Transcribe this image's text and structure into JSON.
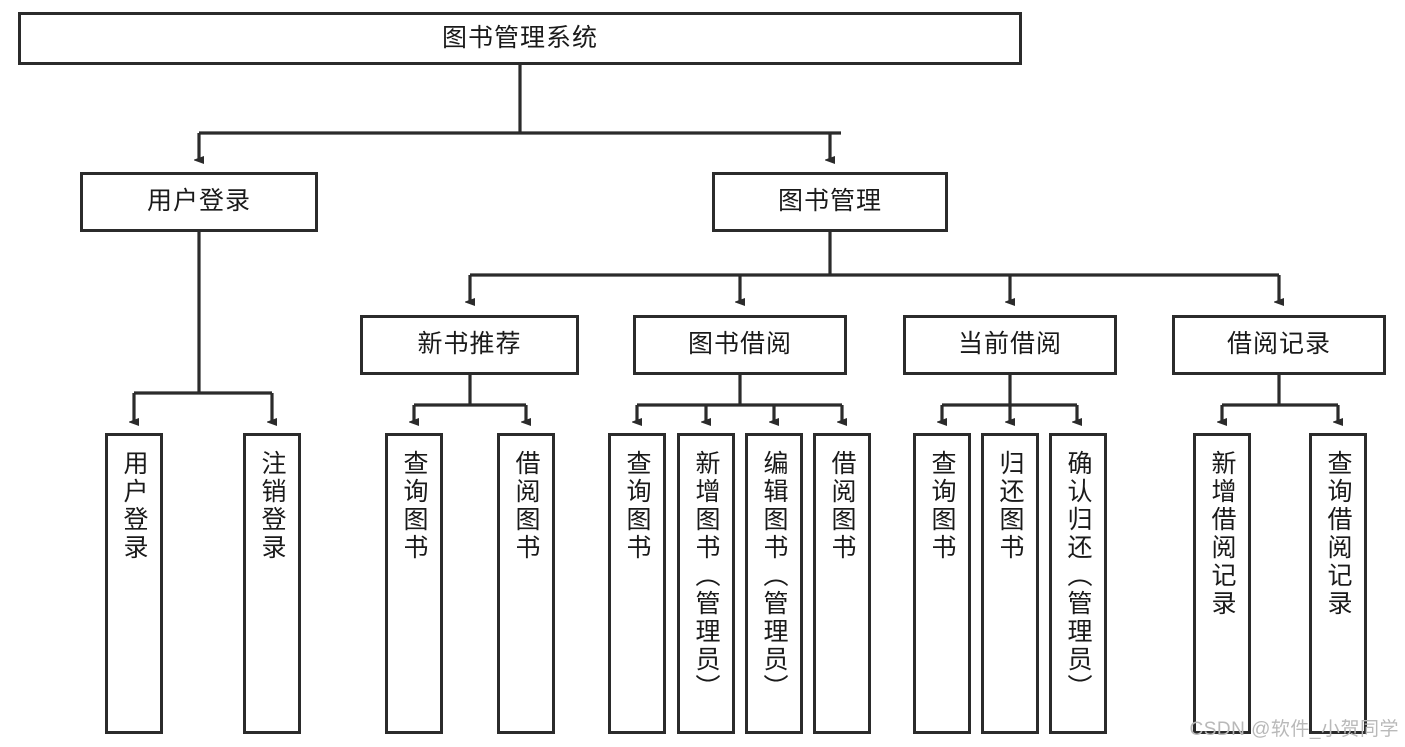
{
  "diagram": {
    "type": "hierarchy-tree",
    "title": "图书管理系统",
    "watermark": "CSDN @软件_小贺同学",
    "colors": {
      "stroke": "#2b2b2b",
      "fill": "#ffffff",
      "text": "#1a1a1a",
      "watermark": "#b9b9b9"
    },
    "levels": {
      "root": {
        "label": "图书管理系统"
      },
      "level2": [
        {
          "id": "user-login",
          "label": "用户登录"
        },
        {
          "id": "book-management",
          "label": "图书管理"
        }
      ],
      "level3": [
        {
          "id": "new-book-recommend",
          "label": "新书推荐",
          "parent": "book-management"
        },
        {
          "id": "book-borrow",
          "label": "图书借阅",
          "parent": "book-management"
        },
        {
          "id": "current-borrow",
          "label": "当前借阅",
          "parent": "book-management"
        },
        {
          "id": "borrow-record",
          "label": "借阅记录",
          "parent": "book-management"
        }
      ],
      "leaves": [
        {
          "id": "leaf-user-login",
          "label": "用户登录",
          "parent": "user-login"
        },
        {
          "id": "leaf-logout",
          "label": "注销登录",
          "parent": "user-login"
        },
        {
          "id": "leaf-query-book-1",
          "label": "查询图书",
          "parent": "new-book-recommend"
        },
        {
          "id": "leaf-borrow-book-1",
          "label": "借阅图书",
          "parent": "new-book-recommend"
        },
        {
          "id": "leaf-query-book-2",
          "label": "查询图书",
          "parent": "book-borrow"
        },
        {
          "id": "leaf-add-book",
          "label": "新增图书（管理员）",
          "parent": "book-borrow"
        },
        {
          "id": "leaf-edit-book",
          "label": "编辑图书（管理员）",
          "parent": "book-borrow"
        },
        {
          "id": "leaf-borrow-book-2",
          "label": "借阅图书",
          "parent": "book-borrow"
        },
        {
          "id": "leaf-query-book-3",
          "label": "查询图书",
          "parent": "current-borrow"
        },
        {
          "id": "leaf-return-book",
          "label": "归还图书",
          "parent": "current-borrow"
        },
        {
          "id": "leaf-confirm-return",
          "label": "确认归还（管理员）",
          "parent": "current-borrow"
        },
        {
          "id": "leaf-add-record",
          "label": "新增借阅记录",
          "parent": "borrow-record"
        },
        {
          "id": "leaf-query-record",
          "label": "查询借阅记录",
          "parent": "borrow-record"
        }
      ]
    }
  }
}
